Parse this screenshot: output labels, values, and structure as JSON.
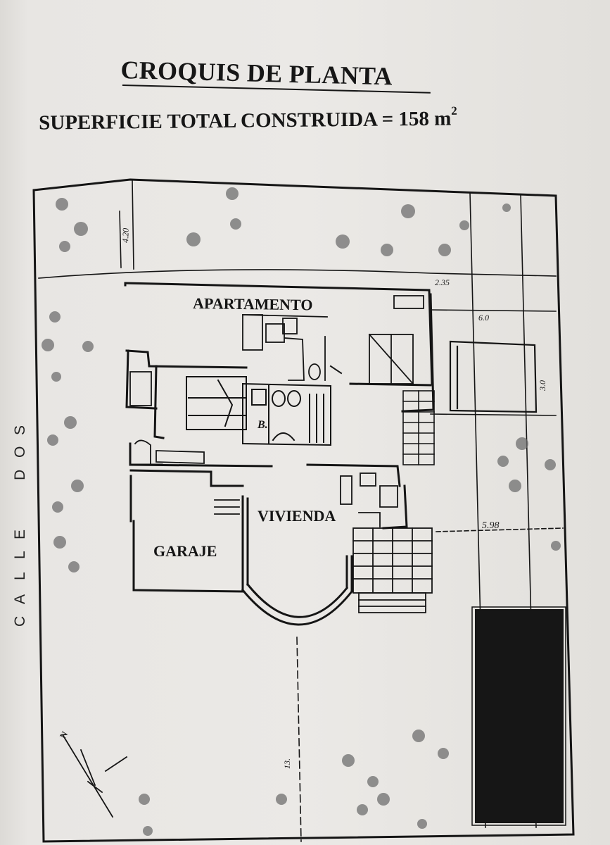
{
  "document": {
    "title": "CROQUIS DE PLANTA",
    "subtitle_text": "SUPERFICIE TOTAL CONSTRUIDA = 158 m",
    "subtitle_sup": "2"
  },
  "plan": {
    "rooms": {
      "apartment": "APARTAMENTO",
      "house": "VIVIENDA",
      "garage": "GARAJE",
      "bath_mark": "B."
    },
    "street_name": "CALLE DOS",
    "street_letters": [
      "C",
      "A",
      "L",
      "L",
      "E",
      "D",
      "O",
      "S"
    ],
    "dimensions": {
      "north_setback": "4.20",
      "east_top": "2.35",
      "east_side_top": "6.0",
      "east_side_mid": "3.0",
      "east_lower": "5.98",
      "south_axis": "13."
    },
    "north_arrow": "N",
    "colors": {
      "ink": "#151515",
      "paper": "#ebe9e6",
      "vegetation": "#6f6f6f"
    }
  }
}
